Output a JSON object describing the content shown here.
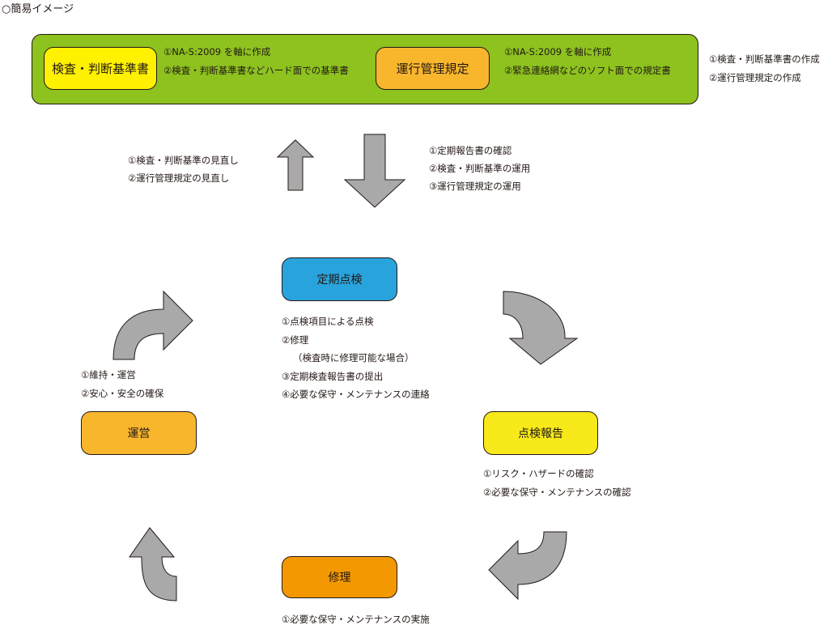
{
  "title": "○簡易イメージ",
  "banner": {
    "left_box": {
      "label": "検査・判断基準書",
      "notes": [
        "①NA-S:2009 を軸に作成",
        "②検査・判断基準書などハード面での基準書"
      ]
    },
    "right_box": {
      "label": "運行管理規定",
      "notes": [
        "①NA-S:2009 を軸に作成",
        "②緊急連絡網などのソフト面での規定書"
      ]
    },
    "outside_notes": [
      "①検査・判断基準書の作成",
      "②運行管理規定の作成"
    ]
  },
  "feedback_up": {
    "notes": [
      "①検査・判断基準の見直し",
      "②運行管理規定の見直し"
    ]
  },
  "feed_down": {
    "notes": [
      "①定期報告書の確認",
      "②検査・判断基準の運用",
      "③運行管理規定の運用"
    ]
  },
  "cycle": {
    "inspection": {
      "label": "定期点検",
      "notes": [
        "①点検項目による点検",
        "②修理",
        "（検査時に修理可能な場合）",
        "③定期検査報告書の提出",
        "④必要な保守・メンテナンスの連絡"
      ]
    },
    "report": {
      "label": "点検報告",
      "notes": [
        "①リスク・ハザードの確認",
        "②必要な保守・メンテナンスの確認"
      ]
    },
    "repair": {
      "label": "修理",
      "notes": [
        "①必要な保守・メンテナンスの実施"
      ]
    },
    "operation": {
      "label": "運営",
      "notes": [
        "①維持・運営",
        "②安心・安全の確保"
      ]
    }
  },
  "colors": {
    "banner": "#8dc21f",
    "inspection_standard_box": "#fff100",
    "operation_rules_box": "#f8b62d",
    "inspection": "#29a3dc",
    "report": "#f7e91a",
    "repair": "#f39800",
    "operation": "#f8b62d",
    "arrow": "#a9a9a9"
  }
}
